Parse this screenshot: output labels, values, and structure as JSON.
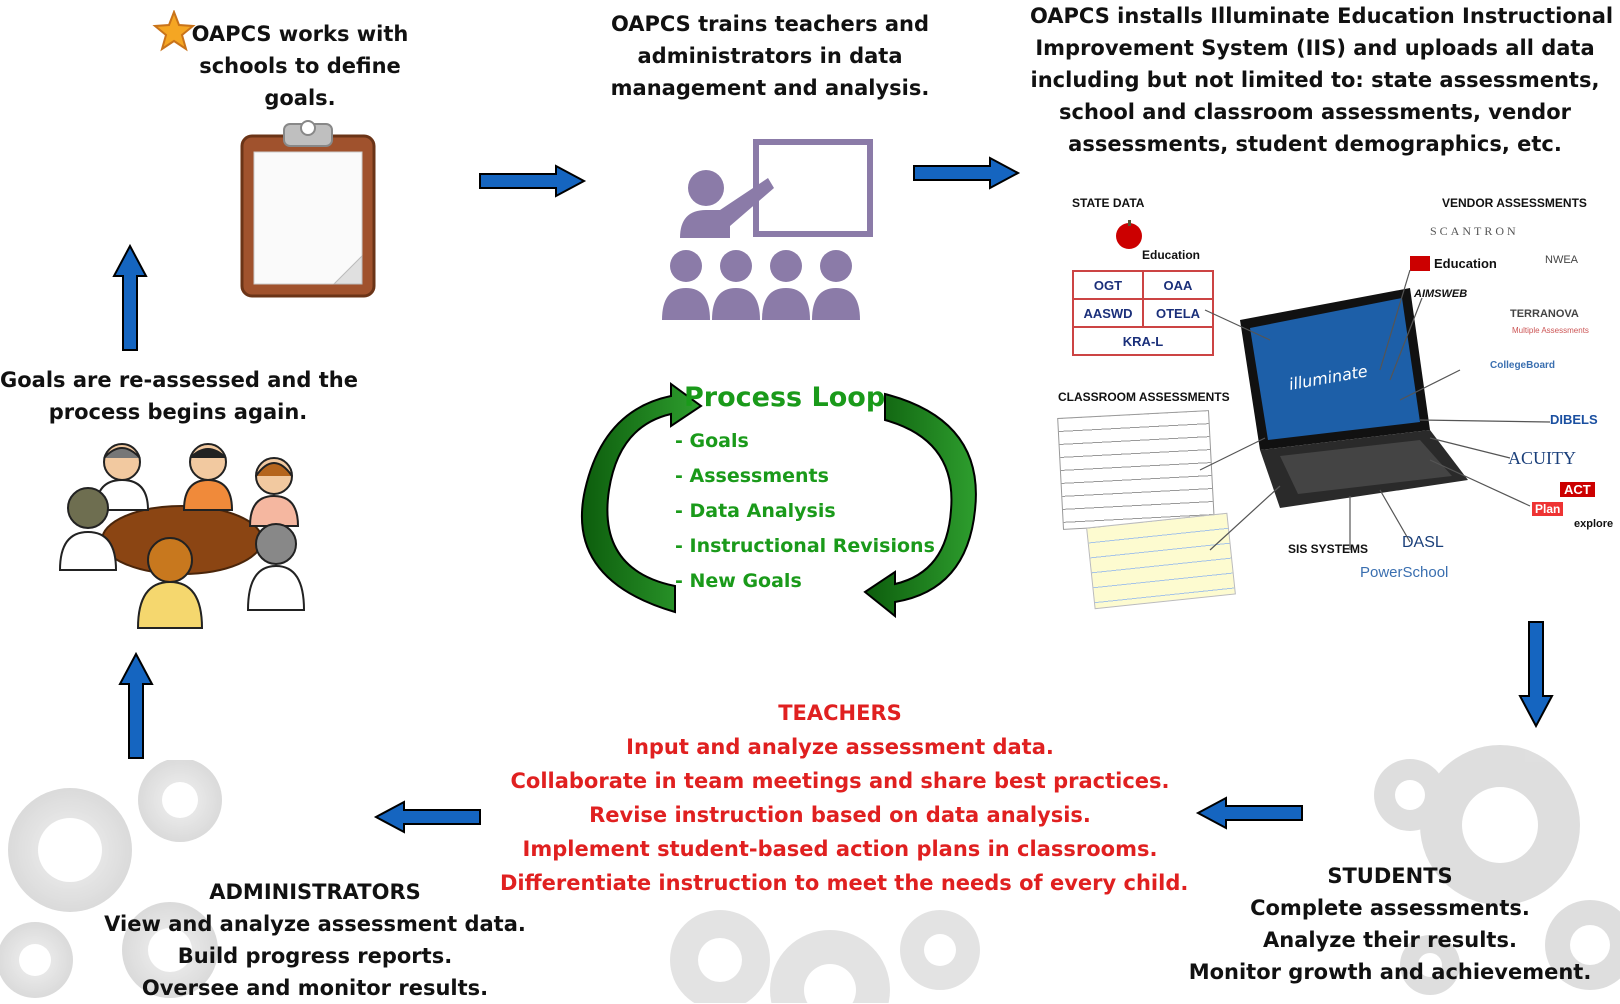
{
  "steps": {
    "define_goals": {
      "lines": [
        "OAPCS works with",
        "schools to define",
        "goals."
      ]
    },
    "train": {
      "lines": [
        "OAPCS trains teachers and",
        "administrators in data",
        "management and analysis."
      ]
    },
    "install": {
      "lines": [
        "OAPCS installs Illuminate Education Instructional",
        "Improvement System (IIS) and uploads all data",
        "including but not limited to: state assessments,",
        "school and classroom assessments, vendor",
        "assessments, student demographics, etc."
      ]
    },
    "reassess": {
      "lines": [
        "Goals are re-assessed and the",
        "process begins again."
      ]
    }
  },
  "process_loop": {
    "title": "Process Loop",
    "items": [
      "- Goals",
      "- Assessments",
      "- Data Analysis",
      "- Instructional Revisions",
      "- New Goals"
    ]
  },
  "data_panel": {
    "state_data": "STATE DATA",
    "state_logo": "Education",
    "state_tests": [
      "OGT",
      "OAA",
      "AASWD",
      "OTELA",
      "KRA-L"
    ],
    "classroom": "CLASSROOM ASSESSMENTS",
    "vendor": "VENDOR ASSESSMENTS",
    "vendors": [
      "SCANTRON",
      "Education",
      "NWEA",
      "AIMSWEB",
      "TERRANOVA",
      "Multiple Assessments",
      "CollegeBoard",
      "DIBELS",
      "ACUITY",
      "ACT",
      "Plan",
      "explore"
    ],
    "sis": "SIS SYSTEMS",
    "sis_items": [
      "DASL",
      "PowerSchool"
    ],
    "screen_brand": "illuminate"
  },
  "teachers": {
    "title": "TEACHERS",
    "lines": [
      "Input and analyze assessment data.",
      "Collaborate in team meetings and share best practices.",
      "Revise instruction based on data analysis.",
      "Implement student-based action plans in classrooms.",
      "Differentiate instruction to meet the needs of every child."
    ]
  },
  "students": {
    "title": "STUDENTS",
    "lines": [
      "Complete assessments.",
      "Analyze their results.",
      "Monitor growth and achievement."
    ]
  },
  "administrators": {
    "title": "ADMINISTRATORS",
    "lines": [
      "View and analyze assessment data.",
      "Build progress reports.",
      "Oversee and monitor results."
    ]
  },
  "colors": {
    "arrow": "#1565c0",
    "loop": "#1a7a1a",
    "teachers": "#e02020",
    "presentation": "#8b7ba8"
  }
}
